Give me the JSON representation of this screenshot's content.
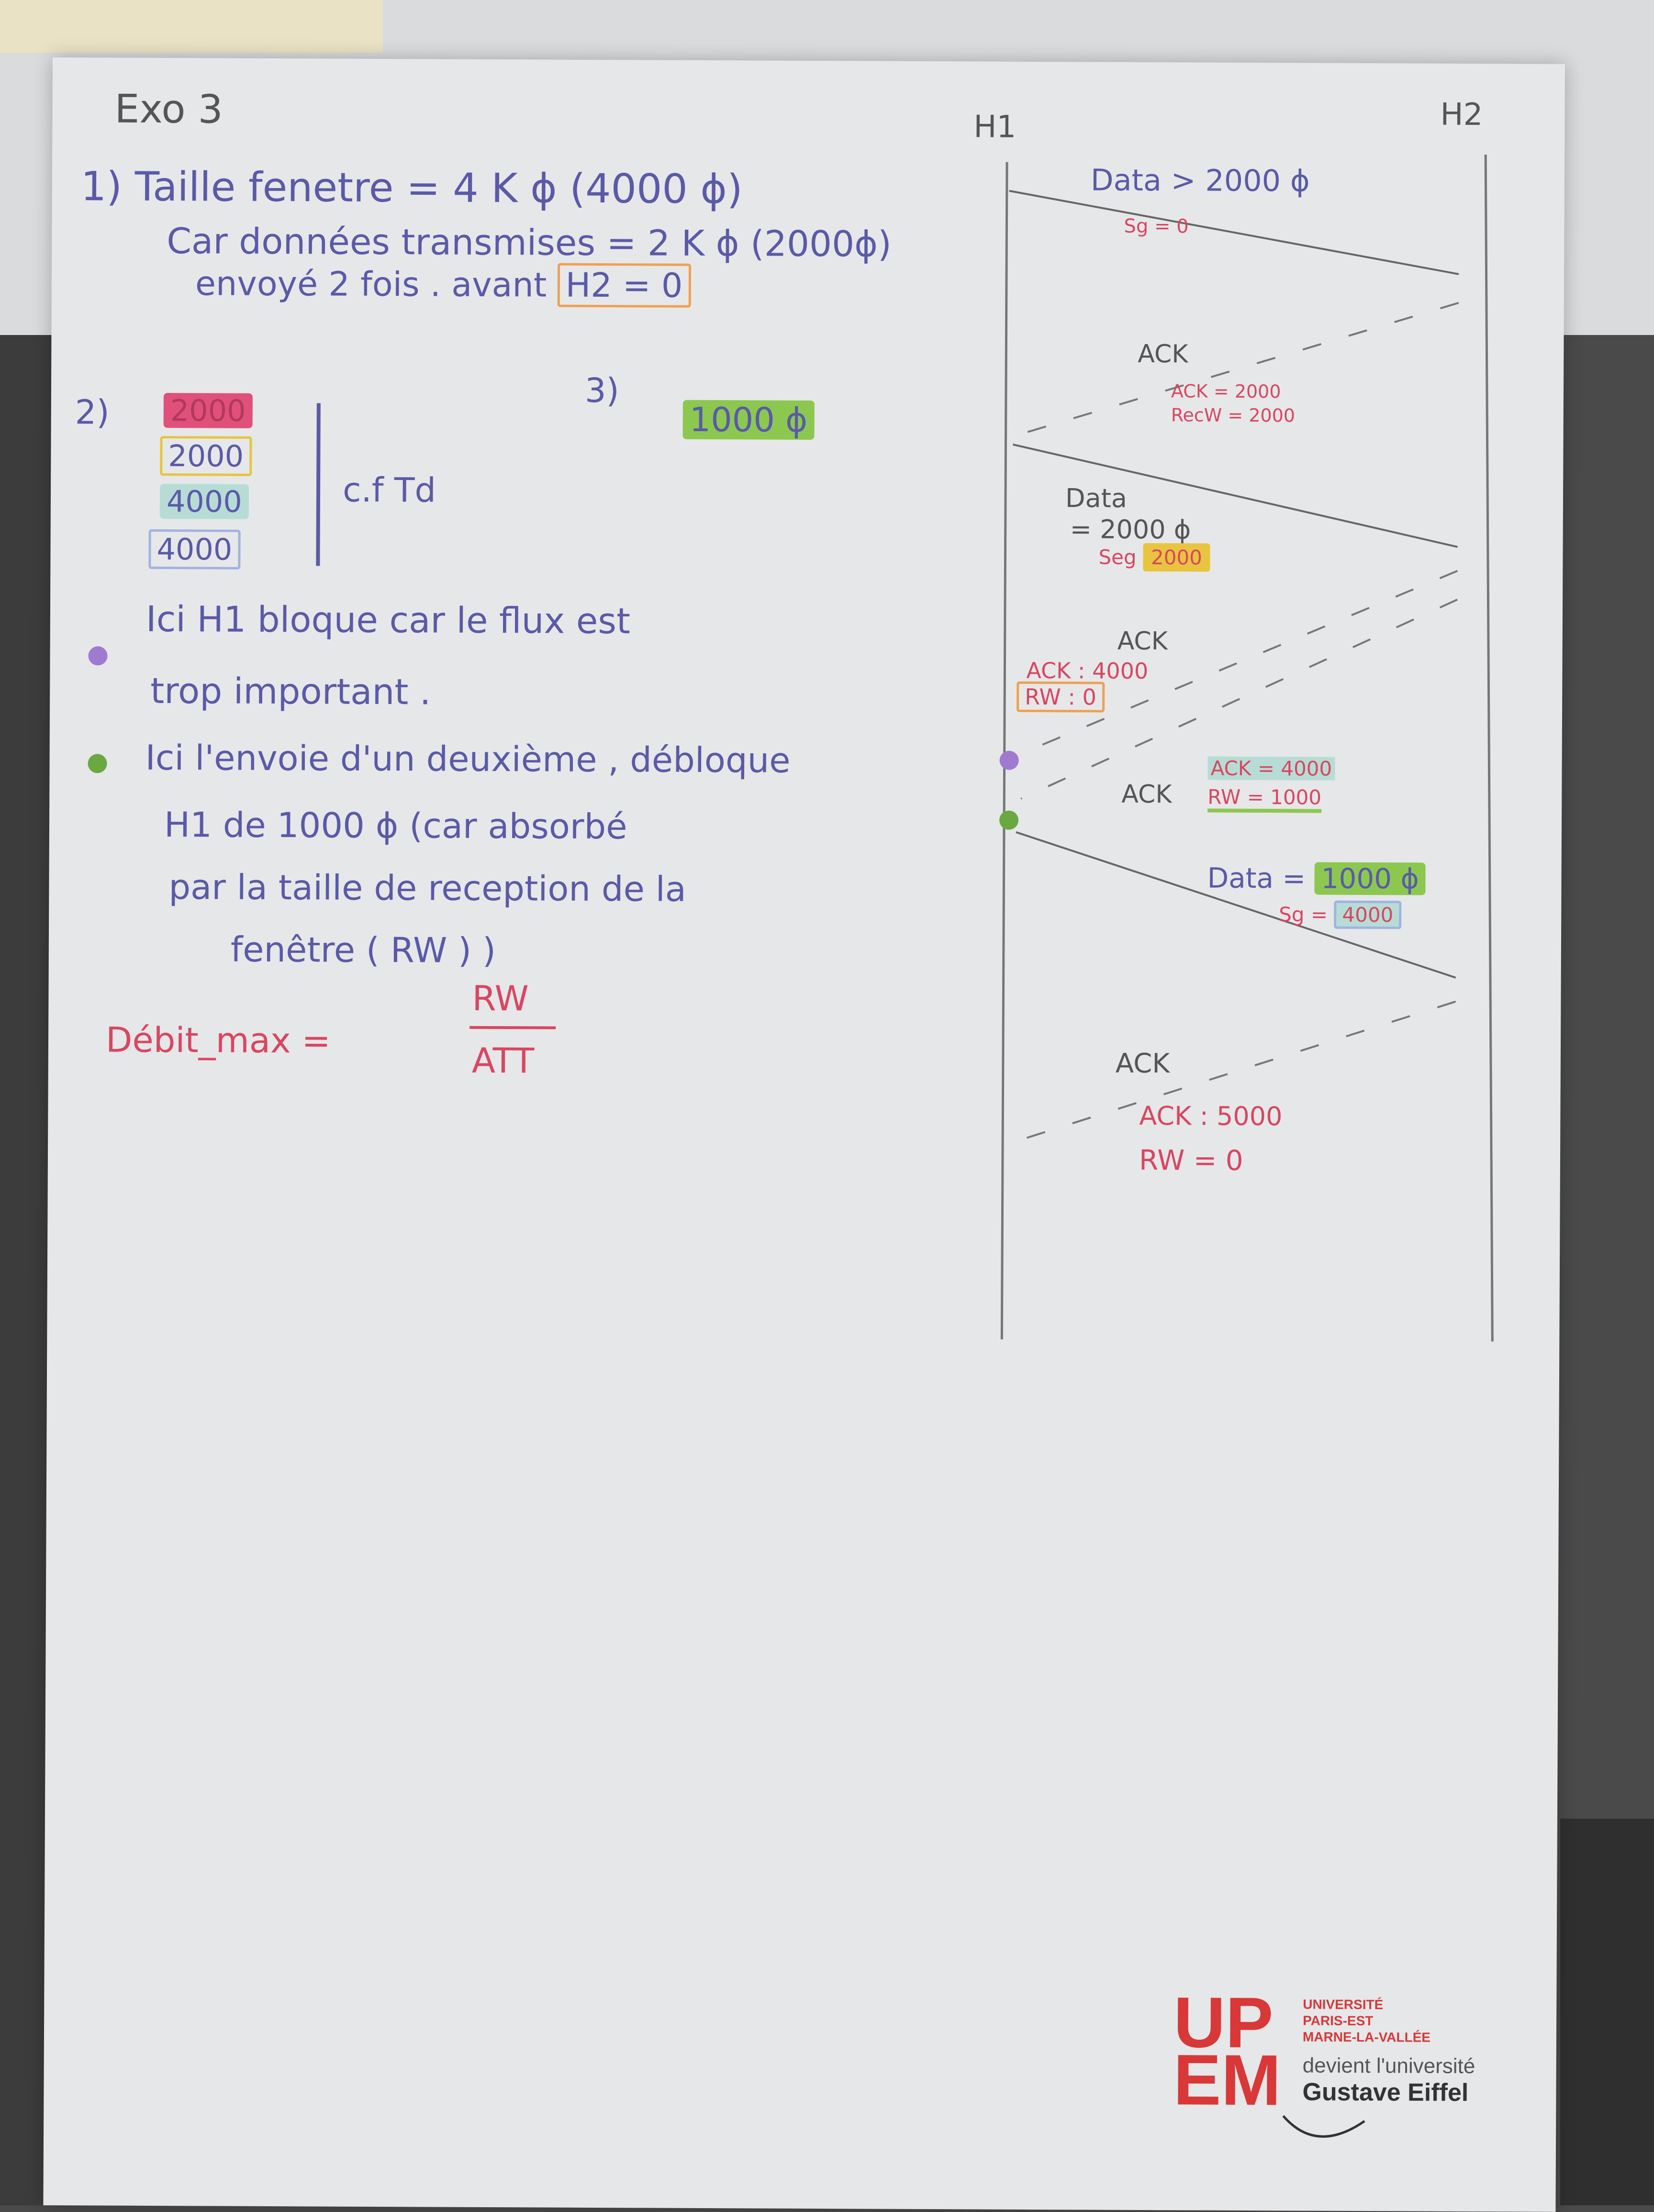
{
  "title": "Exo 3",
  "q1": {
    "line1": "1) Taille fenetre = 4 K ɸ (4000 ɸ)",
    "line2": "Car données transmises = 2 K ɸ (2000ɸ)",
    "line3_prefix": "envoyé 2 fois . avant",
    "line3_box": "H2 = 0"
  },
  "q2": {
    "label": "2)",
    "values": [
      "2000",
      "2000",
      "4000",
      "4000"
    ],
    "note": "c.f Td"
  },
  "q3": {
    "label": "3)",
    "value": "1000 ɸ"
  },
  "bullets": [
    {
      "lines": [
        "Ici H1 bloque car le flux est",
        "trop important ."
      ]
    },
    {
      "lines": [
        "Ici l'envoie d'un deuxième , débloque",
        "H1 de 1000 ɸ (car absorbé",
        "par la taille de reception de la",
        "fenêtre ( RW ) )"
      ]
    }
  ],
  "formula": {
    "label": "Débit_max =",
    "numerator": "RW",
    "denominator": "ATT"
  },
  "diagram": {
    "h1": "H1",
    "h2": "H2",
    "msgs": [
      {
        "title": "Data > 2000 ɸ",
        "sub": "Sg = 0"
      },
      {
        "title": "ACK",
        "ack": "ACK = 2000",
        "rw": "RecW = 2000"
      },
      {
        "title": "Data",
        "line2": "= 2000 ɸ",
        "seg_prefix": "Seg",
        "seg_box": "2000"
      },
      {
        "title": "ACK",
        "ack": "ACK : 4000",
        "rw": "RW : 0"
      },
      {
        "title": "ACK",
        "ack": "ACK = 4000",
        "rw": "RW = 1000"
      },
      {
        "title_prefix": "Data =",
        "title_box": "1000 ɸ",
        "seg_prefix": "Sg =",
        "seg_box": "4000"
      },
      {
        "title": "ACK",
        "ack": "ACK : 5000",
        "rw": "RW = 0"
      }
    ]
  },
  "logo": {
    "mark_top": "UP",
    "mark_bottom": "EM",
    "small": [
      "UNIVERSITÉ",
      "PARIS-EST",
      "MARNE-LA-VALLÉE"
    ],
    "tag1": "devient l'université",
    "tag2": "Gustave Eiffel"
  },
  "colors": {
    "ink_blue": "#5a5aa8",
    "ink_red": "#d94660",
    "hl_pink": "#e0507a",
    "hl_yellow": "#e8c440",
    "hl_teal": "#b7dcd6",
    "hl_green": "#8cc850",
    "box_orange": "#f0a050",
    "dot_purple": "#a07ad0",
    "dot_green": "#6aa840",
    "logo_red": "#d83838"
  }
}
